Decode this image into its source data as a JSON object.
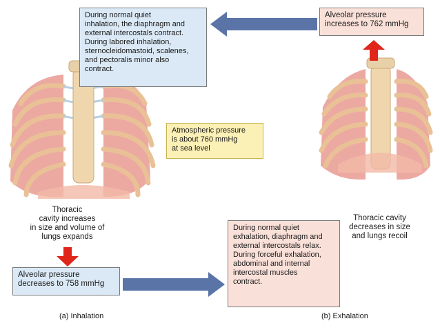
{
  "inhalation_muscles_note": "During normal quiet\ninhalation, the diaphragm and\nexternal intercostals contract.\nDuring labored inhalation,\nsternocleidomastoid, scalenes,\nand pectoralis minor also\ncontract.",
  "alveolar_increase": "Alveolar pressure\nincreases to 762 mmHg",
  "atmospheric_note": "Atmospheric pressure\nis about 760 mmHg\nat sea level",
  "thoracic_inhalation": "Thoracic\ncavity increases\nin size and volume of\nlungs expands",
  "alveolar_decrease": "Alveolar pressure\ndecreases to 758 mmHg",
  "exhalation_muscles_note": "During normal quiet\nexhalation, diaphragm and\nexternal intercostals relax.\nDuring forceful exhalation,\nabdominal and internal\nintercostal muscles\ncontract.",
  "thoracic_exhalation": "Thoracic cavity\ndecreases in size\nand lungs recoil",
  "caption_inhalation": "(a) Inhalation",
  "caption_exhalation": "(b) Exhalation",
  "colors": {
    "arrow_blue": "#5b74a8",
    "arrow_red": "#e0261b",
    "lung": "#e79a92",
    "rib": "#f0c89a"
  }
}
